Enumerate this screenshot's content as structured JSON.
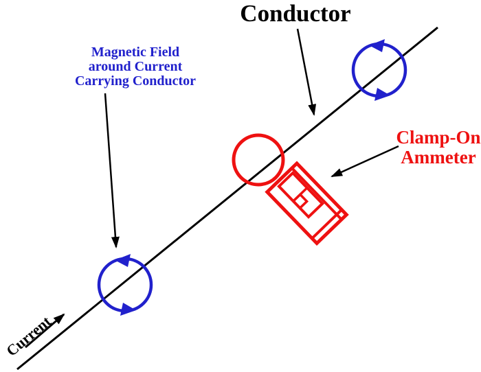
{
  "diagram": {
    "title": "Conductor",
    "magnetic_field_label": {
      "line1": "Magnetic Field",
      "line2": "around Current",
      "line3": "Carrying Conductor"
    },
    "clamp_ammeter_label": {
      "line1": "Clamp-On",
      "line2": "Ammeter"
    },
    "current_label": "Current"
  },
  "colors": {
    "conductor-black": "#000000",
    "field-blue": "#2121cc",
    "ammeter-red": "#ee1111",
    "background": "#ffffff"
  }
}
